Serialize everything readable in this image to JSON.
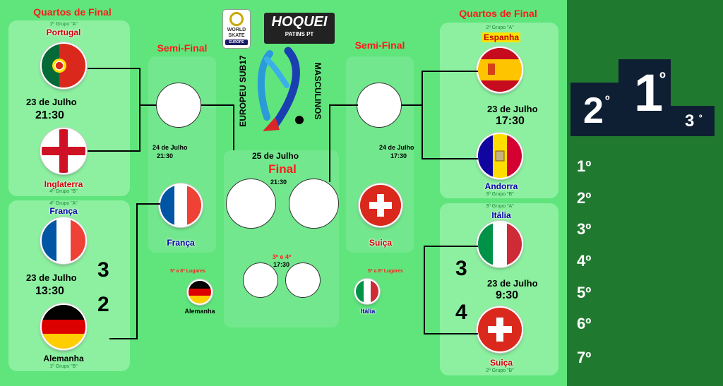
{
  "quarters_label": "Quartos de Final",
  "semis_label": "Semi-Final",
  "final_label": "Final",
  "third_label": "3º e 4º",
  "placings_label": "5º a 8º Lugares",
  "logos": {
    "world_skate": [
      "WORLD",
      "SKATE",
      "EUROPE"
    ],
    "hoquei": "HOQUEI",
    "hoquei_sub": "PATINS PT"
  },
  "event_title": "EUROPEU SUB17",
  "event_gender": "MASCULINOS",
  "left": {
    "qf1": {
      "team_a": "Portugal",
      "seed_a": "1º Grupo \"A\"",
      "team_b": "Inglaterra",
      "seed_b": "4º Grupo \"B\"",
      "date": "23 de Julho",
      "time": "21:30"
    },
    "qf2": {
      "team_a": "França",
      "seed_a": "4º Grupo \"A\"",
      "team_b": "Alemanha",
      "seed_b": "1º Grupo \"B\"",
      "date": "23 de Julho",
      "time": "13:30",
      "score_a": "3",
      "score_b": "2"
    },
    "sf": {
      "date": "24 de Julho",
      "time": "21:30",
      "team": "França"
    },
    "placing_team": "Alemanha"
  },
  "right": {
    "qf1": {
      "team_a": "Espanha",
      "seed_a": "2º Grupo \"A\"",
      "team_b": "Andorra",
      "seed_b": "3º Grupo \"B\"",
      "date": "23 de Julho",
      "time": "17:30"
    },
    "qf2": {
      "team_a": "Itália",
      "seed_a": "3º Grupo \"A\"",
      "team_b": "Suiça",
      "seed_b": "2º Grupo \"B\"",
      "date": "23 de Julho",
      "time": "9:30",
      "score_a": "3",
      "score_b": "4"
    },
    "sf": {
      "date": "24 de Julho",
      "time": "17:30",
      "team": "Suiça"
    },
    "placing_team": "Itália"
  },
  "final": {
    "date": "25 de Julho",
    "time": "21:30",
    "third_time": "17:30"
  },
  "podium": {
    "first": "1",
    "second": "2",
    "third": "3",
    "deg": "º"
  },
  "ranking": [
    "1º",
    "2º",
    "3º",
    "4º",
    "5º",
    "6º",
    "7º"
  ],
  "colors": {
    "bg": "#5fe57c",
    "panel": "#8cf0a0",
    "rightbar": "#1f7a2f",
    "title_red": "#ff1a1a"
  }
}
